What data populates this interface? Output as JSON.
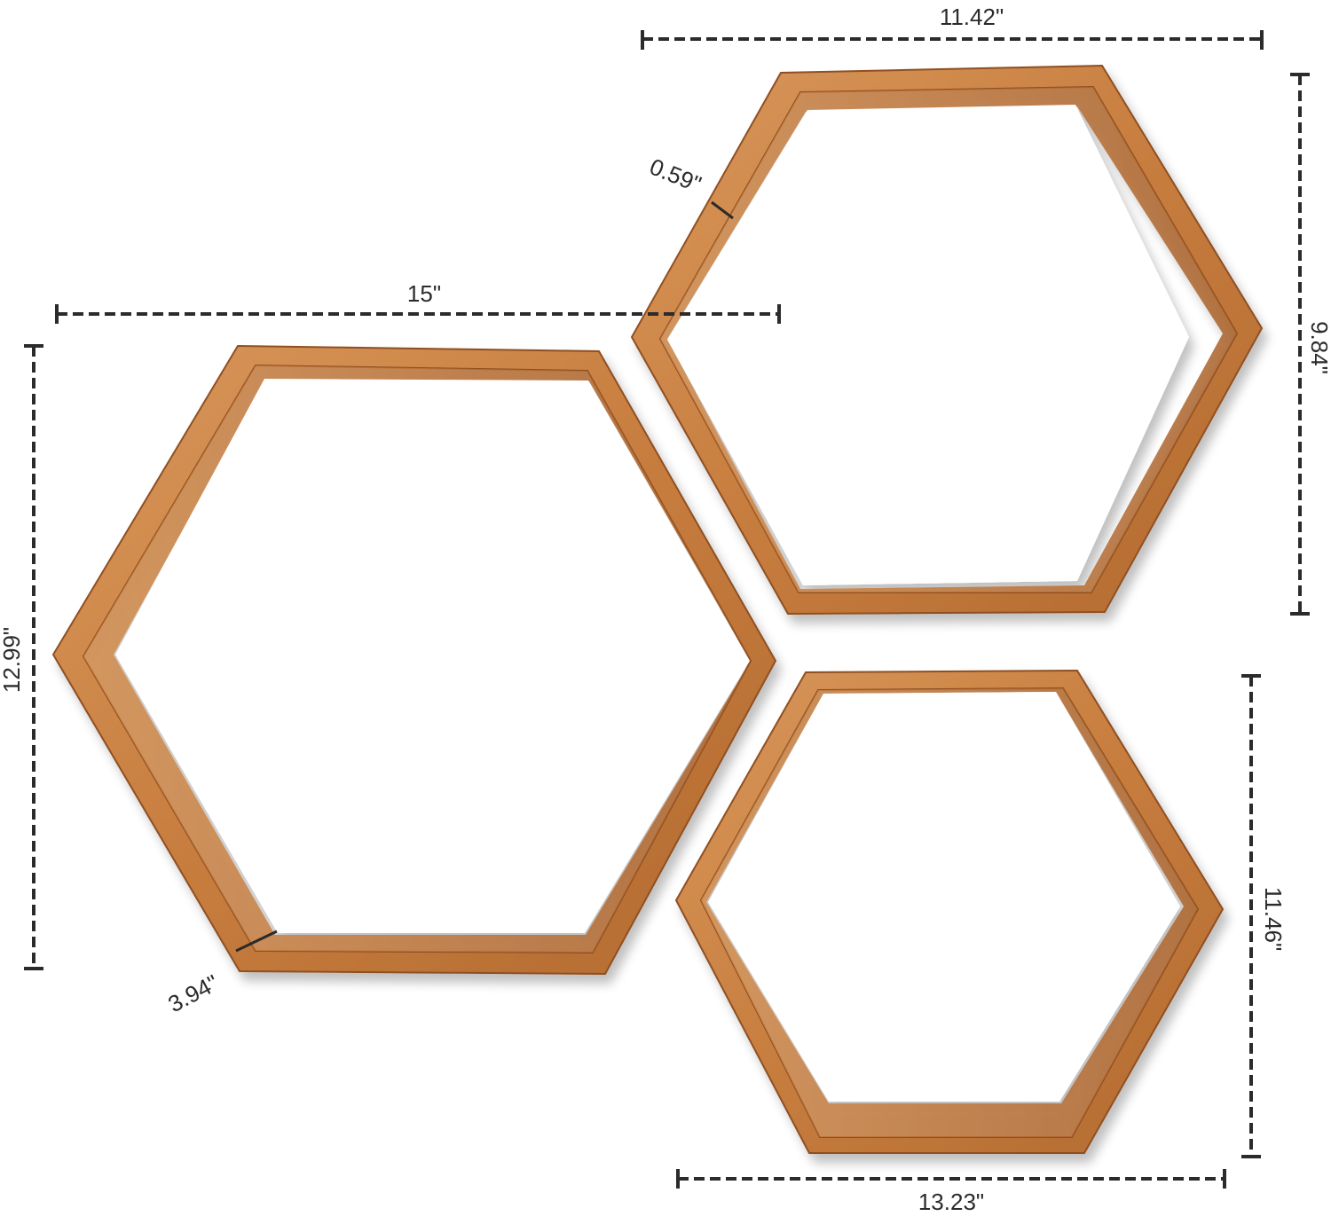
{
  "dimensions": {
    "top_width": "11.42\"",
    "top_height": "9.84\"",
    "top_frame_thickness": "0.59\"",
    "large_width": "15\"",
    "large_height": "12.99\"",
    "large_depth": "3.94\"",
    "small_height": "11.46\"",
    "small_width": "13.23\""
  },
  "colors": {
    "wood_light": "#d99a62",
    "wood_mid": "#c47a3c",
    "wood_dark": "#8f4f20",
    "dimension_line": "#2b2b2b",
    "background": "#ffffff"
  }
}
